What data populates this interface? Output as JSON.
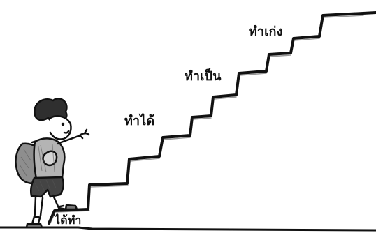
{
  "stairs": {
    "labels": [
      {
        "key": "bottom",
        "text": "ได้ทำ"
      },
      {
        "key": "step1",
        "text": "ทำได้"
      },
      {
        "key": "step2",
        "text": "ทำเป็น"
      },
      {
        "key": "step3",
        "text": "ทำเก่ง"
      }
    ]
  }
}
